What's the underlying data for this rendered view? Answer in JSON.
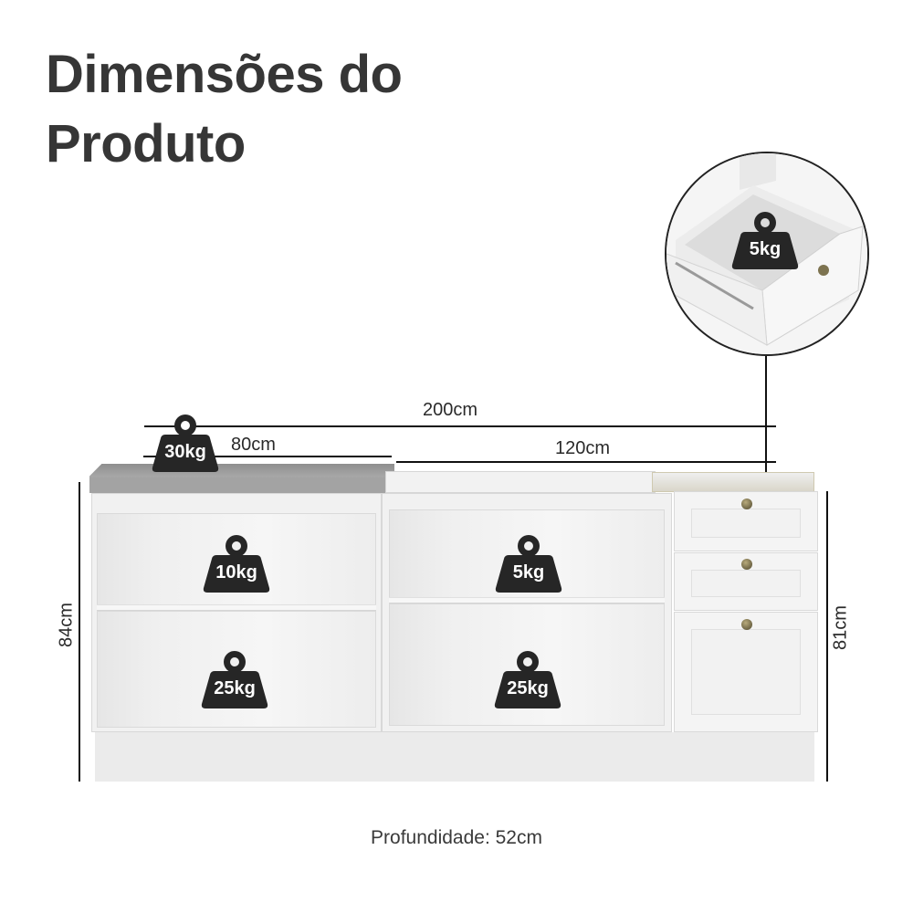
{
  "title": {
    "line1": "Dimensões do",
    "line2": "Produto"
  },
  "dimensions": {
    "total_width": "200cm",
    "left_module_width": "80cm",
    "right_module_width": "120cm",
    "left_height": "84cm",
    "right_height": "81cm",
    "depth": "Profundidade: 52cm"
  },
  "weights": {
    "countertop": "30kg",
    "left_upper_shelf": "10kg",
    "left_lower_shelf": "25kg",
    "center_upper_shelf": "5kg",
    "center_lower_shelf": "25kg",
    "drawer_detail": "5kg"
  },
  "icons": {
    "weight": "weight-icon",
    "drawer_knob": "knob-icon"
  },
  "colors": {
    "title": "#363636",
    "weight_icon": "#262626",
    "cabinet": "#f1f1f1",
    "countertop": "#a3a3a3",
    "knob": "#7d7350"
  }
}
